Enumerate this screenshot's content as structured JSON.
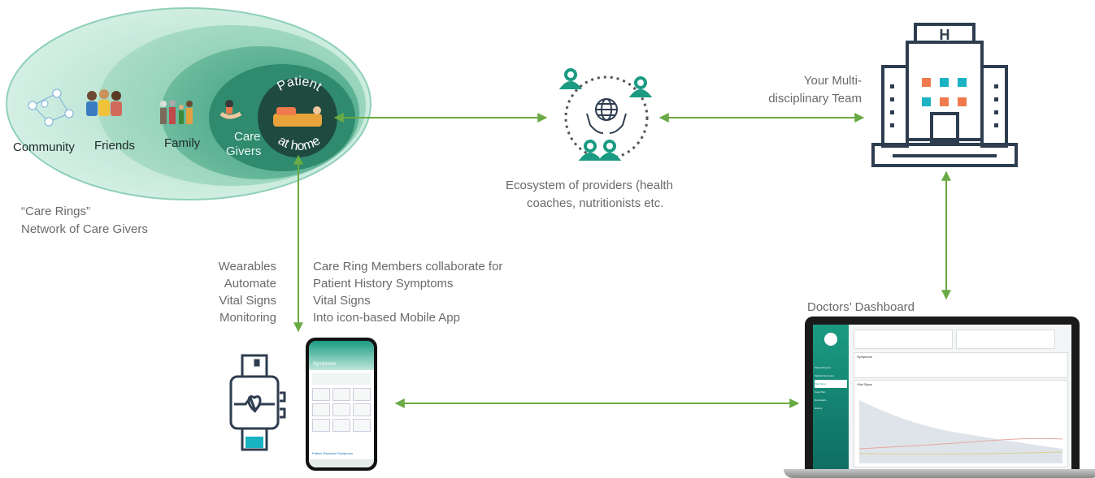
{
  "care_rings": {
    "community": "Community",
    "friends": "Friends",
    "family": "Family",
    "care_givers_1": "Care",
    "care_givers_2": "Givers",
    "patient_1": "Patient",
    "patient_2": "at home",
    "caption_1": "“Care Rings”",
    "caption_2": "Network of Care Givers"
  },
  "ecosystem": {
    "caption_1": "Ecosystem of providers (health",
    "caption_2": "coaches, nutritionists etc."
  },
  "hospital": {
    "caption_1": "Your Multi-",
    "caption_2": "disciplinary Team"
  },
  "wearables": {
    "lines": [
      "Wearables",
      "Automate",
      "Vital Signs",
      "Monitoring"
    ]
  },
  "collab": {
    "lines": [
      "Care Ring Members collaborate for",
      "Patient History Symptoms",
      "Vital Signs",
      "Into icon-based Mobile App"
    ]
  },
  "dashboard": {
    "caption": "Doctors’ Dashboard",
    "header_symptoms": "Symptoms",
    "header_vitals": "Vital Signs",
    "nav": [
      "Patient Record",
      "Medical Summary",
      "Vital Signs",
      "Care Plan",
      "Reminders",
      "History"
    ]
  },
  "phone": {
    "title": "Symptoms",
    "footer": "Patient Reported Symptoms"
  },
  "colors": {
    "arrow": "#6aaa44",
    "teal": "#1a9b82",
    "ring_outer": "#c3e8d9",
    "ring_friends": "#9ed6be",
    "ring_family": "#5fb89a",
    "ring_care": "#2f8f73",
    "ring_patient": "#1d4a3e",
    "hospital_orange": "#f07a4d",
    "hospital_teal": "#1ab3c2",
    "icon_dark": "#2e3d4f"
  }
}
